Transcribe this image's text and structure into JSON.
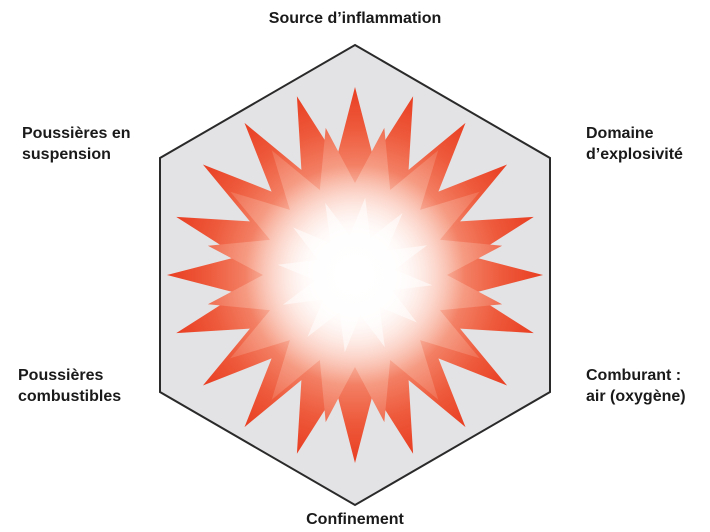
{
  "diagram": {
    "colors": {
      "hexagon_fill": "#e3e3e5",
      "hexagon_stroke": "#2a2a2a",
      "burst_outer": "#e8391d",
      "burst_mid": "#f4846a",
      "burst_center": "#ffffff",
      "label_text": "#1a1a1a"
    },
    "center_graphic": "explosion-burst",
    "labels": {
      "top": [
        "Source d’inflammation"
      ],
      "top_right": [
        "Domaine",
        "d’explosivité"
      ],
      "bottom_right": [
        "Comburant :",
        "air (oxygène)"
      ],
      "bottom": [
        "Confinement"
      ],
      "bottom_left": [
        "Poussières",
        "combustibles"
      ],
      "top_left": [
        "Poussières en",
        "suspension"
      ]
    }
  }
}
